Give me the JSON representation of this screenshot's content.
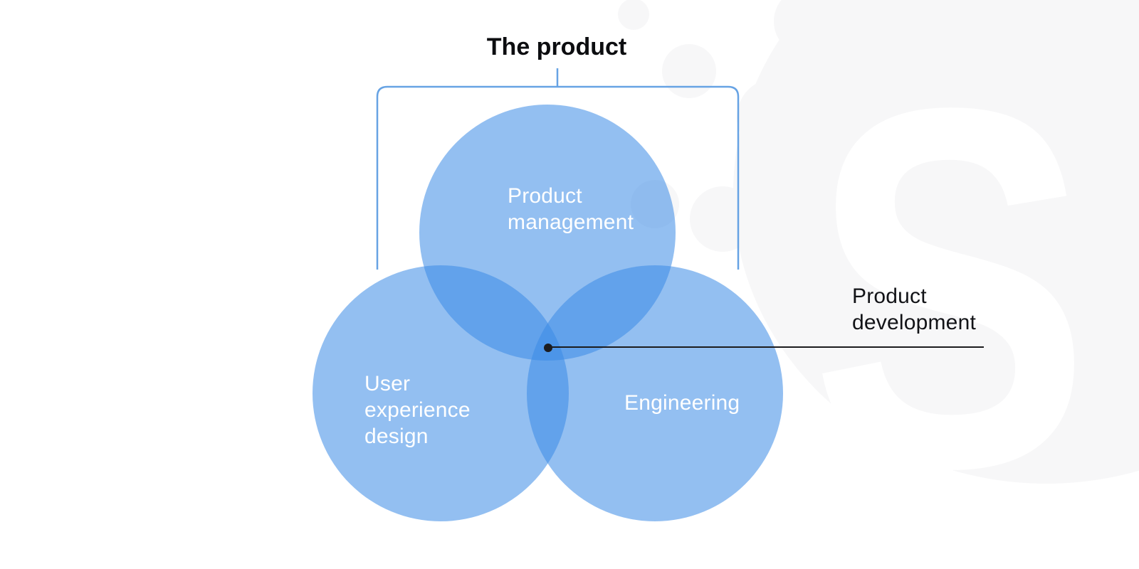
{
  "diagram": {
    "title": "The product",
    "circles": [
      {
        "id": "product-management",
        "label": "Product\nmanagement"
      },
      {
        "id": "user-experience-design",
        "label": "User\nexperience\ndesign"
      },
      {
        "id": "engineering",
        "label": "Engineering"
      }
    ],
    "annotation": {
      "label": "Product\ndevelopment"
    },
    "watermark_letter": "S",
    "colors": {
      "circle_fill": "#3a8be5",
      "circle_fill_opacity": "0.55",
      "bracket_blue": "#67a3e4",
      "pointer_black": "#1c1c1e",
      "title_text": "#0c0d10",
      "circle_label_text": "#ffffff",
      "annotation_text": "#121317",
      "decor_gray": "#f7f7f8",
      "background": "#ffffff"
    }
  }
}
